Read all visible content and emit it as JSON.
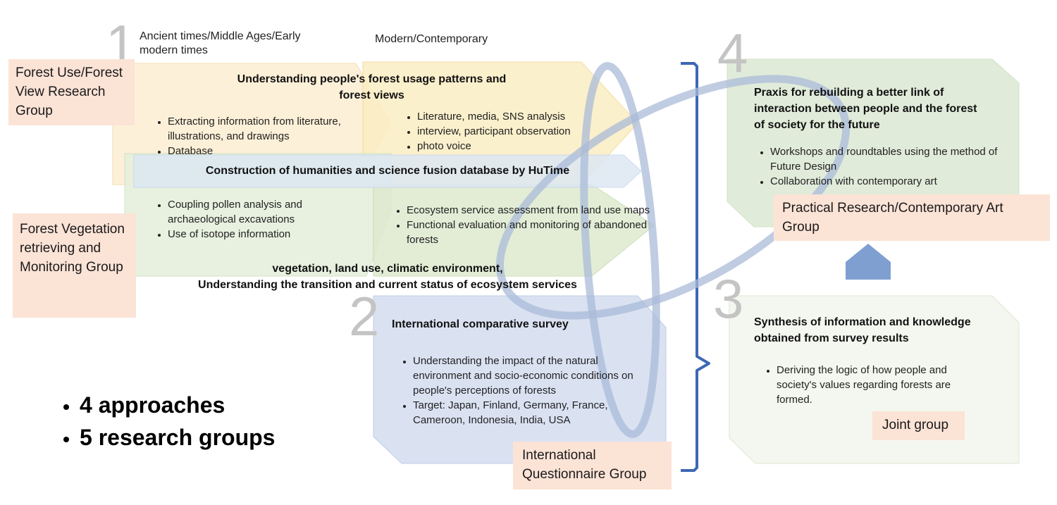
{
  "approach_numbers": [
    "1",
    "2",
    "3",
    "4"
  ],
  "eras": {
    "early": "Ancient times/Middle Ages/Early modern times",
    "modern": "Modern/Contemporary"
  },
  "groups": {
    "forest_use": "Forest Use/Forest View Research Group",
    "forest_vegetation": "Forest Vegetation retrieving and Monitoring Group",
    "practical": "Practical Research/Contemporary Art Group",
    "international": "International Questionnaire Group",
    "joint": "Joint group"
  },
  "forest_use": {
    "heading": "Understanding people's forest usage patterns and forest views",
    "early_items": [
      "Extracting information from literature, illustrations, and drawings",
      "Database"
    ],
    "modern_items": [
      "Literature, media, SNS analysis",
      "interview, participant observation",
      "photo voice"
    ]
  },
  "database_banner": "Construction of humanities and science fusion database by HuTime",
  "vegetation": {
    "early_items": [
      "Coupling pollen analysis and archaeological excavations",
      "Use of isotope information"
    ],
    "modern_items": [
      "Ecosystem service assessment from land use maps",
      "Functional evaluation and monitoring of abandoned forests"
    ],
    "heading_line1": "vegetation, land use, climatic environment,",
    "heading_line2": "Understanding the transition and current status of ecosystem services"
  },
  "international": {
    "heading": "International comparative survey",
    "items": [
      "Understanding the impact of the natural environment and socio-economic conditions on people's perceptions of forests",
      "Target: Japan, Finland, Germany, France, Cameroon, Indonesia, India, USA"
    ]
  },
  "praxis": {
    "heading": "Praxis for rebuilding a better link of interaction between people and the forest of society for the future",
    "items": [
      "Workshops and roundtables using the method of Future Design",
      "Collaboration with contemporary art"
    ]
  },
  "synthesis": {
    "heading": "Synthesis of information and knowledge obtained from survey results",
    "items": [
      "Deriving the logic of how people and society's values regarding forests are formed."
    ]
  },
  "summary": [
    "4 approaches",
    "5 research groups"
  ],
  "colors": {
    "orange_shape": "#fdf0d8",
    "yellow_shape": "#fbeec4",
    "green_shape": "#e6efdc",
    "blue_banner": "#dde8f3",
    "blue_box": "#d6dff1",
    "praxis_box": "#dce8d4",
    "synthesis_box": "#f4f7ef",
    "label_bg": "#fbe3d6",
    "bracket": "#3d68b5",
    "ellipse": "#a9bbd8",
    "arrow_up": "#7f9fd1"
  }
}
